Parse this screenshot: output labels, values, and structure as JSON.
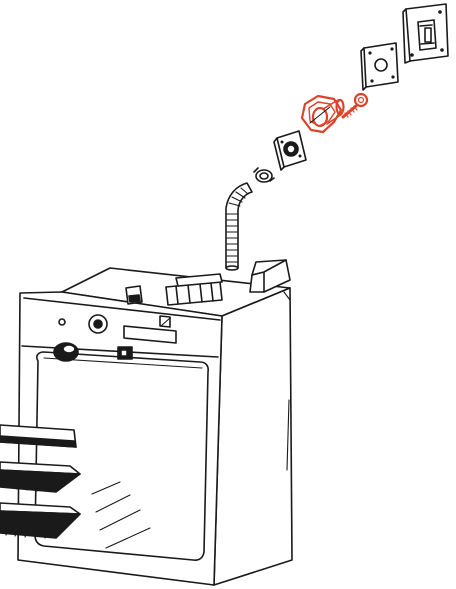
{
  "diagram": {
    "type": "exploded-view",
    "highlight_color": "#d9442b",
    "line_color": "#1a1a1a",
    "background": "#ffffff",
    "parts": [
      {
        "name": "wall-bracket"
      },
      {
        "name": "mounting-plate"
      },
      {
        "name": "gas-connector",
        "highlighted": true
      },
      {
        "name": "screw",
        "highlighted": true
      },
      {
        "name": "gasket-flange"
      },
      {
        "name": "hose-clamp"
      },
      {
        "name": "flexible-hose"
      },
      {
        "name": "oven-body"
      },
      {
        "name": "oven-racks"
      }
    ]
  }
}
